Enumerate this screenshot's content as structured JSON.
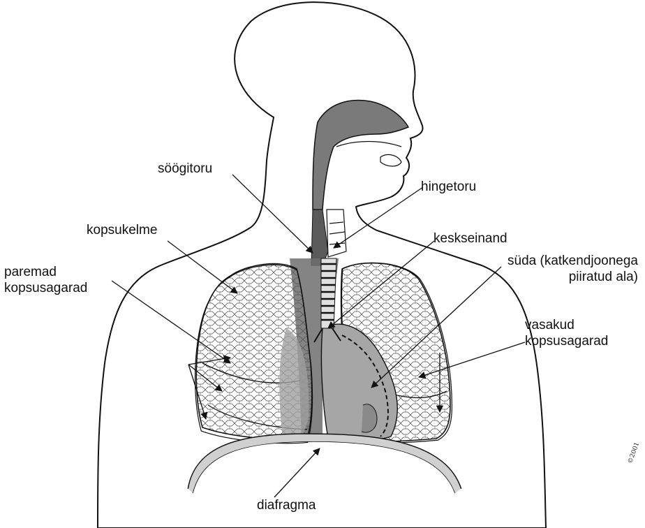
{
  "labels": {
    "esophagus": "söögitoru",
    "trachea": "hingetoru",
    "pleura": "kopsukelme",
    "mediastinum": "kesksein and",
    "heart_line1": "süda (katkendjoonega",
    "heart_line2": "piiratud ala)",
    "right_lobes_line1": "paremad",
    "right_lobes_line2": "kopsusagarad",
    "left_lobes_line1": "vasakud",
    "left_lobes_line2": "kopsusagarad",
    "diaphragm": "diafragma"
  },
  "signature": "©2001",
  "colors": {
    "ink": "#111111",
    "shade": "#9a9a9a",
    "dark_shade": "#6f6f6f",
    "light_shade": "#c4c4c4",
    "paper": "#ffffff"
  }
}
